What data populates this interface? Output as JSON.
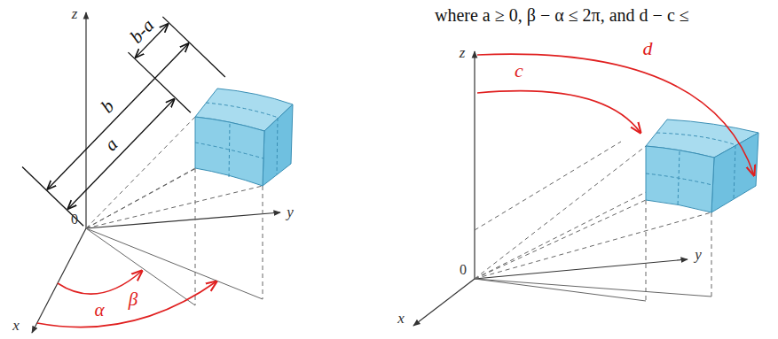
{
  "diagram": {
    "labels": [
      "where a ≥ 0, β − α ≤ 2π, and d − c ≤",
      "z",
      "b-a",
      "b",
      "a",
      "0",
      "y",
      "x",
      "α",
      "β",
      "z",
      "c",
      "d",
      "0",
      "y",
      "x"
    ]
  }
}
